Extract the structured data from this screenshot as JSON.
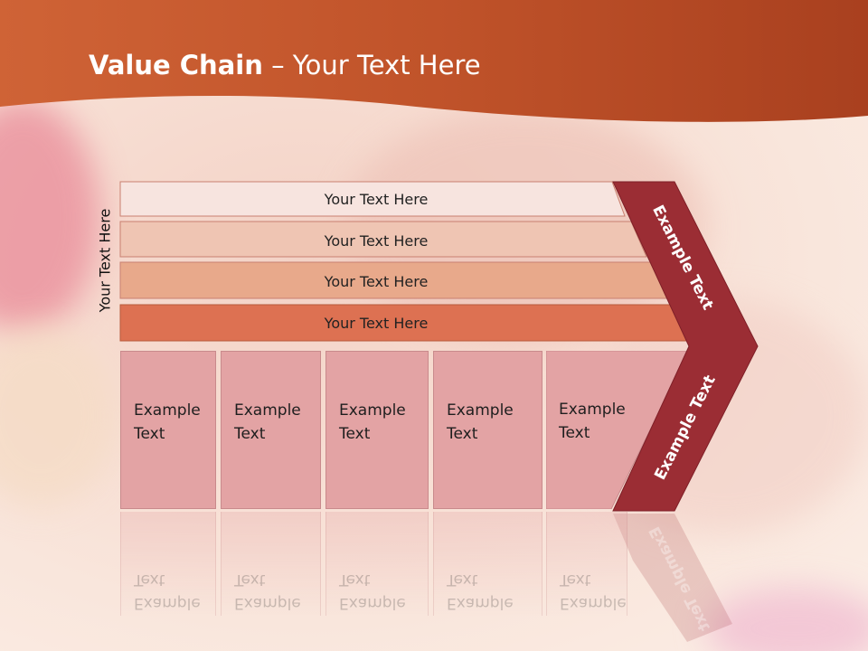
{
  "title": {
    "bold": "Value Chain",
    "rest": " – Your Text Here"
  },
  "vertical_label": "Your Text Here",
  "bars": [
    {
      "label": "Your Text Here",
      "color": "#f7e4df"
    },
    {
      "label": "Your Text Here",
      "color": "#efc5b3"
    },
    {
      "label": "Your Text Here",
      "color": "#e8a98b"
    },
    {
      "label": "Your Text Here",
      "color": "#dd7152"
    }
  ],
  "columns": [
    {
      "line1": "Example",
      "line2": "Text"
    },
    {
      "line1": "Example",
      "line2": "Text"
    },
    {
      "line1": "Example",
      "line2": "Text"
    },
    {
      "line1": "Example",
      "line2": "Text"
    },
    {
      "line1": "Example",
      "line2": "Text"
    }
  ],
  "chevron": {
    "upper_label": "Example Text",
    "lower_label": "Example Text",
    "color": "#9b2d34"
  },
  "colors": {
    "header": "#c0532a",
    "column_fill": "#e3a3a4"
  }
}
